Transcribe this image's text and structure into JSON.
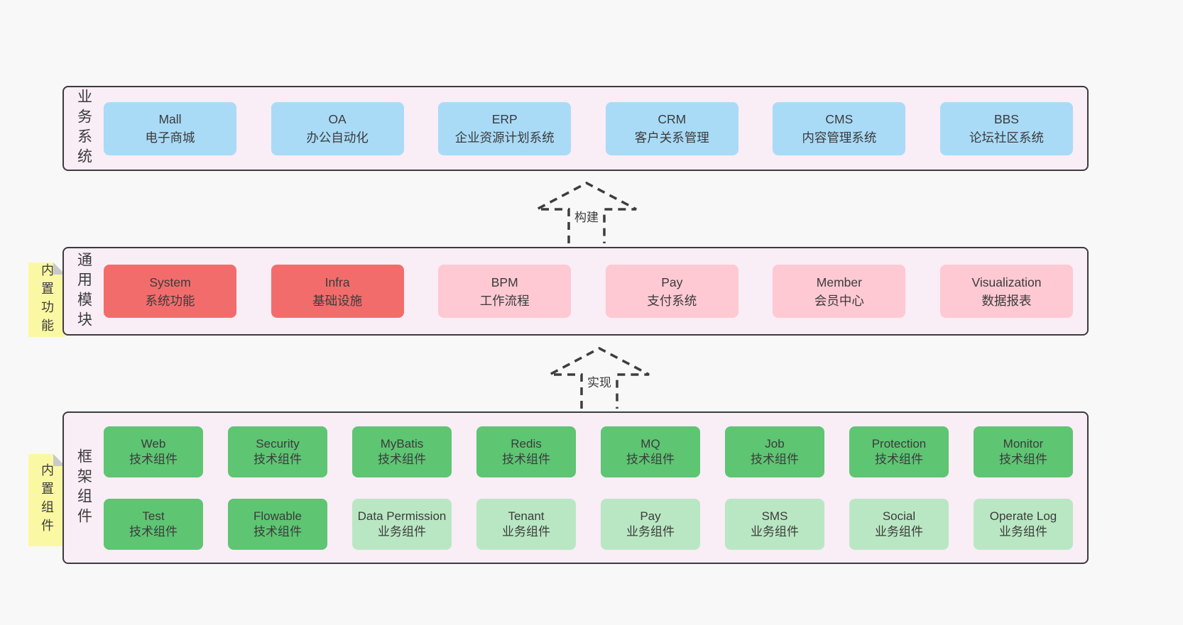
{
  "colors": {
    "page-bg": "#f8f8f8",
    "panel-bg": "#f9edf6",
    "panel-border": "#3c3c3c",
    "blue": "#a9dbf7",
    "red": "#f36c6c",
    "pink": "#fec9d3",
    "green": "#5ec573",
    "light-green": "#bae7c3",
    "sticky-yellow": "#fbf8a3",
    "sticky-fold": "#c9c9c9",
    "text": "#3b3b3b",
    "arrow": "#3d3d3d"
  },
  "arrows": {
    "build_label": "构建",
    "implement_label": "实现"
  },
  "sections": {
    "business": {
      "label": "业务系统",
      "boxes": [
        {
          "title": "Mall",
          "subtitle": "电子商城",
          "variant": "blue"
        },
        {
          "title": "OA",
          "subtitle": "办公自动化",
          "variant": "blue"
        },
        {
          "title": "ERP",
          "subtitle": "企业资源计划系统",
          "variant": "blue"
        },
        {
          "title": "CRM",
          "subtitle": "客户关系管理",
          "variant": "blue"
        },
        {
          "title": "CMS",
          "subtitle": "内容管理系统",
          "variant": "blue"
        },
        {
          "title": "BBS",
          "subtitle": "论坛社区系统",
          "variant": "blue"
        }
      ]
    },
    "modules": {
      "label": "通用模块",
      "note": "内置功能",
      "boxes": [
        {
          "title": "System",
          "subtitle": "系统功能",
          "variant": "red"
        },
        {
          "title": "Infra",
          "subtitle": "基础设施",
          "variant": "red"
        },
        {
          "title": "BPM",
          "subtitle": "工作流程",
          "variant": "pink"
        },
        {
          "title": "Pay",
          "subtitle": "支付系统",
          "variant": "pink"
        },
        {
          "title": "Member",
          "subtitle": "会员中心",
          "variant": "pink"
        },
        {
          "title": "Visualization",
          "subtitle": "数据报表",
          "variant": "pink"
        }
      ]
    },
    "framework": {
      "label": "框架组件",
      "note": "内置组件",
      "rows": [
        [
          {
            "title": "Web",
            "subtitle": "技术组件",
            "variant": "green"
          },
          {
            "title": "Security",
            "subtitle": "技术组件",
            "variant": "green"
          },
          {
            "title": "MyBatis",
            "subtitle": "技术组件",
            "variant": "green"
          },
          {
            "title": "Redis",
            "subtitle": "技术组件",
            "variant": "green"
          },
          {
            "title": "MQ",
            "subtitle": "技术组件",
            "variant": "green"
          },
          {
            "title": "Job",
            "subtitle": "技术组件",
            "variant": "green"
          },
          {
            "title": "Protection",
            "subtitle": "技术组件",
            "variant": "green"
          },
          {
            "title": "Monitor",
            "subtitle": "技术组件",
            "variant": "green"
          }
        ],
        [
          {
            "title": "Test",
            "subtitle": "技术组件",
            "variant": "green"
          },
          {
            "title": "Flowable",
            "subtitle": "技术组件",
            "variant": "green"
          },
          {
            "title": "Data Permission",
            "subtitle": "业务组件",
            "variant": "light-green"
          },
          {
            "title": "Tenant",
            "subtitle": "业务组件",
            "variant": "light-green"
          },
          {
            "title": "Pay",
            "subtitle": "业务组件",
            "variant": "light-green"
          },
          {
            "title": "SMS",
            "subtitle": "业务组件",
            "variant": "light-green"
          },
          {
            "title": "Social",
            "subtitle": "业务组件",
            "variant": "light-green"
          },
          {
            "title": "Operate Log",
            "subtitle": "业务组件",
            "variant": "light-green"
          }
        ]
      ]
    }
  }
}
